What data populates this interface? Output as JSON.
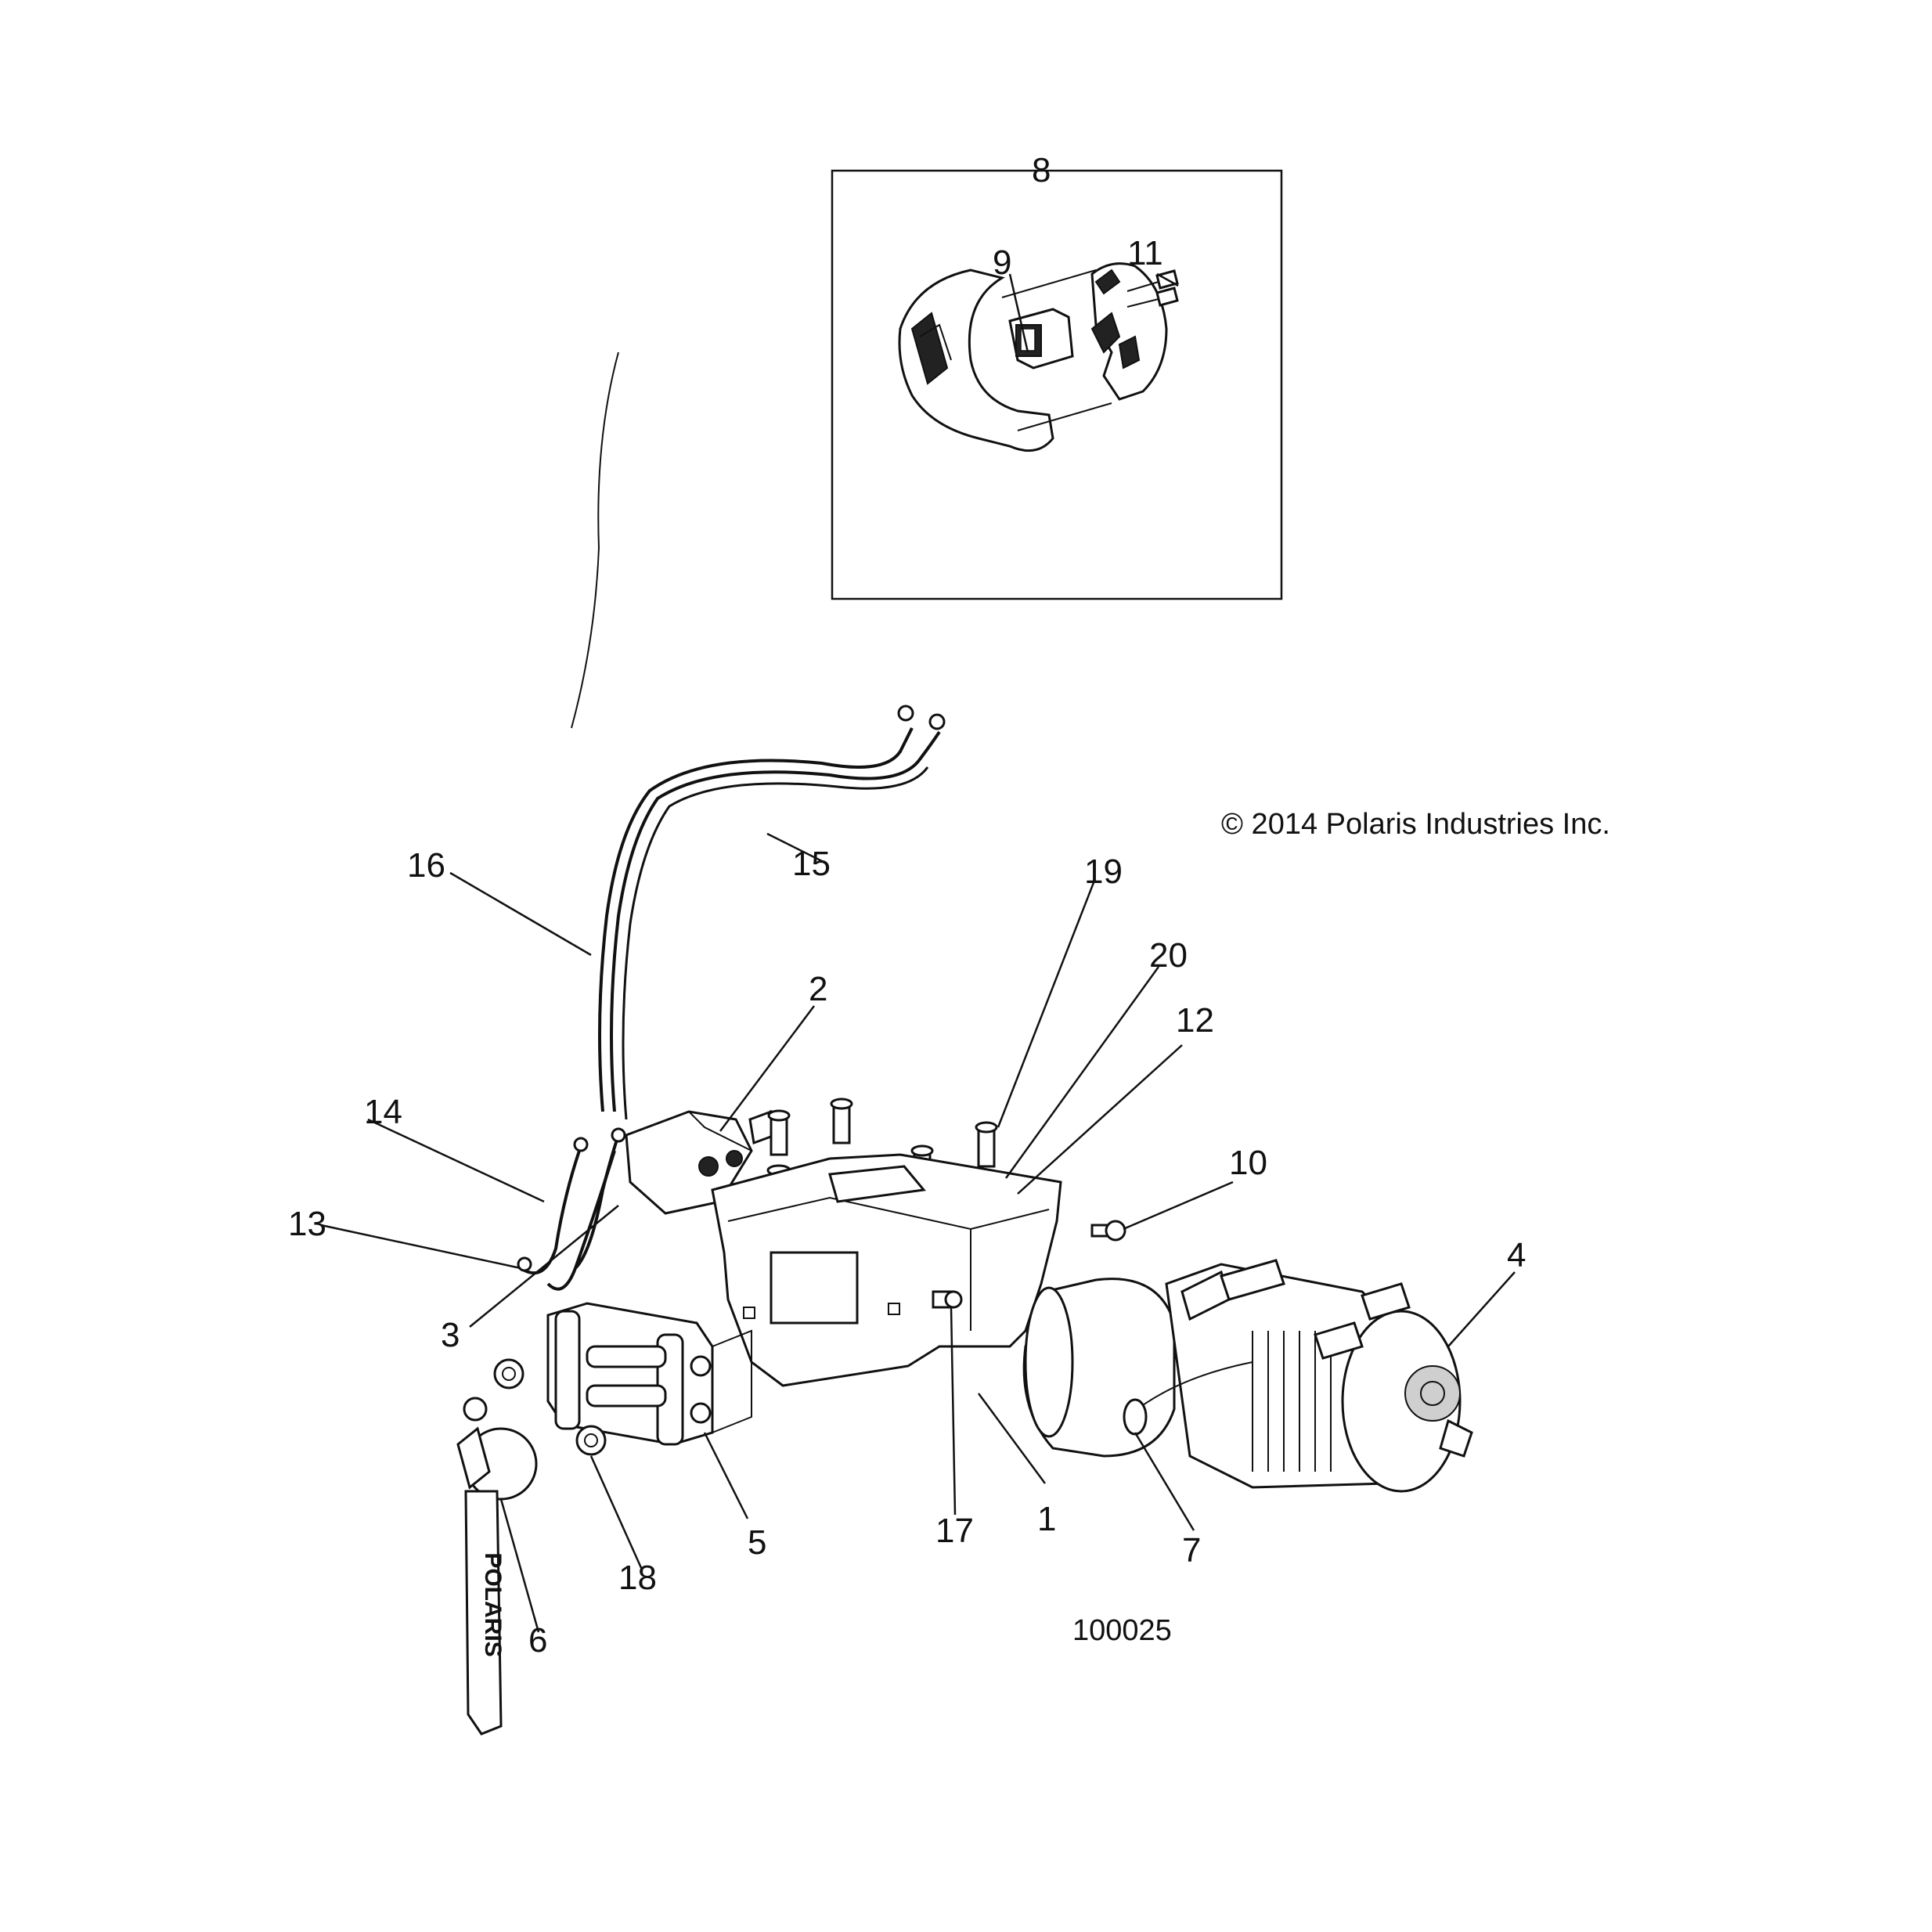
{
  "copyright": "© 2014 Polaris Industries Inc.",
  "figure_number": "100025",
  "strap_brand": "POLARIS",
  "callouts": {
    "c1": "1",
    "c2": "2",
    "c3": "3",
    "c4": "4",
    "c5": "5",
    "c6": "6",
    "c7": "7",
    "c8": "8",
    "c9": "9",
    "c10": "10",
    "c11": "11",
    "c12": "12",
    "c13": "13",
    "c14": "14",
    "c15": "15",
    "c16": "16",
    "c17": "17",
    "c18": "18",
    "c19": "19",
    "c20": "20"
  }
}
